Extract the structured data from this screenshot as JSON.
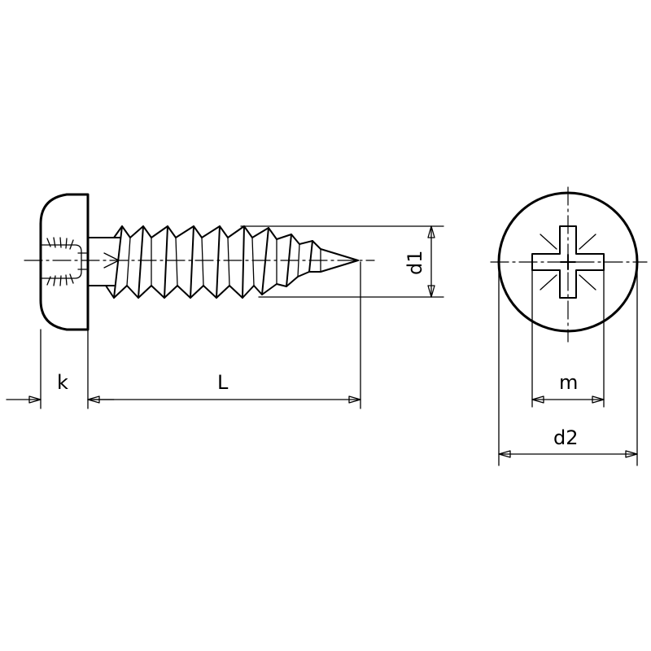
{
  "labels": {
    "k": "k",
    "L": "L",
    "d1": "d1",
    "m": "m",
    "d2": "d2"
  }
}
